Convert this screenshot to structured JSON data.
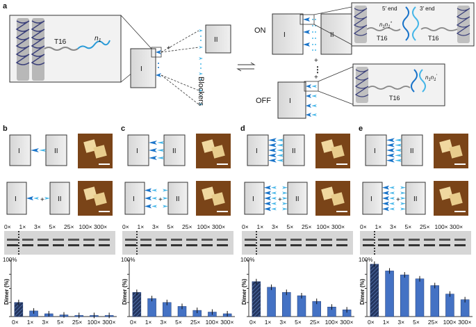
{
  "panel_a": {
    "label": "a",
    "tile1": "I",
    "tile2": "II",
    "strand": "T16",
    "handle": "n",
    "handle_sub": "1",
    "plus": "+",
    "blockers": "Blockers",
    "on": "ON",
    "off": "OFF",
    "end5": "5′ end",
    "end3": "3′ end",
    "duplex_label": "n",
    "duplex_sub": "1",
    "duplex_sub2": "1",
    "duplex_star": "*",
    "duplex_prime": "′",
    "dots": "⋮"
  },
  "panels": [
    {
      "label": "b"
    },
    {
      "label": "c"
    },
    {
      "label": "d"
    },
    {
      "label": "e"
    }
  ],
  "gel": {
    "lanes": [
      "0×",
      "1×",
      "3×",
      "5×",
      "25×",
      "100×",
      "300×"
    ]
  },
  "axis": {
    "ylabel": "Dimer (%)",
    "top_tick": "100%"
  },
  "chart_data": [
    {
      "type": "bar",
      "panel": "b",
      "categories": [
        "0×",
        "1×",
        "3×",
        "5×",
        "25×",
        "100×",
        "300×"
      ],
      "values": [
        25,
        10,
        5,
        3,
        2,
        2,
        2
      ],
      "ylim": [
        0,
        100
      ],
      "ylabel": "Dimer (%)"
    },
    {
      "type": "bar",
      "panel": "c",
      "categories": [
        "0×",
        "1×",
        "3×",
        "5×",
        "25×",
        "100×",
        "300×"
      ],
      "values": [
        43,
        32,
        25,
        18,
        11,
        8,
        5
      ],
      "ylim": [
        0,
        100
      ],
      "ylabel": "Dimer (%)"
    },
    {
      "type": "bar",
      "panel": "d",
      "categories": [
        "0×",
        "1×",
        "3×",
        "5×",
        "25×",
        "100×",
        "300×"
      ],
      "values": [
        62,
        52,
        43,
        37,
        27,
        17,
        12
      ],
      "ylim": [
        0,
        100
      ],
      "ylabel": "Dimer (%)"
    },
    {
      "type": "bar",
      "panel": "e",
      "categories": [
        "0×",
        "1×",
        "3×",
        "5×",
        "25×",
        "100×",
        "300×"
      ],
      "values": [
        93,
        81,
        74,
        67,
        55,
        40,
        30
      ],
      "ylim": [
        0,
        100
      ],
      "ylabel": "Dimer (%)"
    }
  ],
  "colors": {
    "bar": "#4472c4",
    "tile": "#e6e6e6",
    "handle": "#1a74c9",
    "blocker": "#45b6e8"
  }
}
